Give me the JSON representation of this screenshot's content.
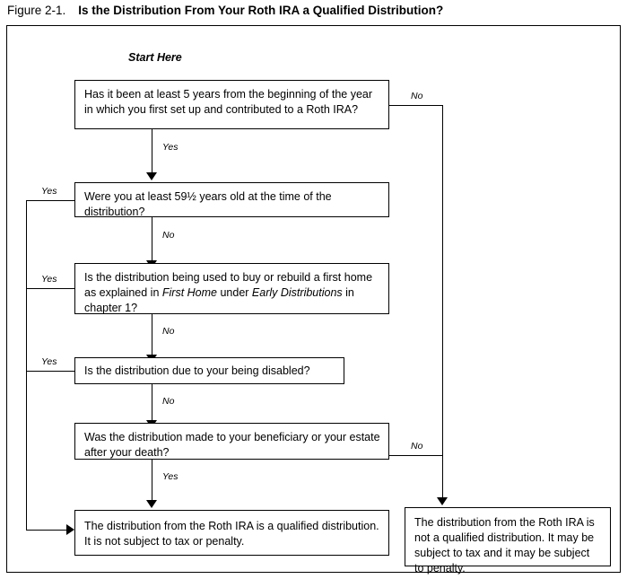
{
  "figure": {
    "number": "Figure 2-1.",
    "title": "Is the Distribution From Your Roth IRA a Qualified Distribution?"
  },
  "chart_data": {
    "type": "diagram",
    "diagram_kind": "decision-flowchart",
    "title": "Is the Distribution From Your Roth IRA a Qualified Distribution?",
    "start_label": "Start Here",
    "nodes": [
      {
        "id": "q1",
        "kind": "decision",
        "text": "Has it been at least 5 years from the beginning of the year in which you first set up and contributed to a Roth IRA?"
      },
      {
        "id": "q2",
        "kind": "decision",
        "text": "Were you at least 59½ years old at the time of the distribution?"
      },
      {
        "id": "q3",
        "kind": "decision",
        "text_parts": [
          {
            "t": "Is the distribution being used to buy or rebuild a first home as explained in ",
            "italic": false
          },
          {
            "t": "First Home",
            "italic": true
          },
          {
            "t": " under ",
            "italic": false
          },
          {
            "t": "Early Distributions",
            "italic": true
          },
          {
            "t": " in chapter 1?",
            "italic": false
          }
        ],
        "text": "Is the distribution being used to buy or rebuild a first home as explained in First Home under Early Distributions in chapter 1?"
      },
      {
        "id": "q4",
        "kind": "decision",
        "text": "Is the distribution due to your being disabled?"
      },
      {
        "id": "q5",
        "kind": "decision",
        "text": "Was the distribution made to your beneficiary or your estate after your death?"
      },
      {
        "id": "r-qualified",
        "kind": "terminal",
        "text": "The distribution from the Roth IRA is a qualified distribution. It is not subject to tax or penalty."
      },
      {
        "id": "r-not-qualified",
        "kind": "terminal",
        "text": "The distribution from the Roth IRA is not a qualified distribution. It may be subject to tax and it may be subject to penalty."
      }
    ],
    "edges": [
      {
        "from": "q1",
        "to": "q2",
        "label": "Yes"
      },
      {
        "from": "q1",
        "to": "r-not-qualified",
        "label": "No"
      },
      {
        "from": "q2",
        "to": "q3",
        "label": "No"
      },
      {
        "from": "q2",
        "to": "r-qualified",
        "label": "Yes"
      },
      {
        "from": "q3",
        "to": "q4",
        "label": "No"
      },
      {
        "from": "q3",
        "to": "r-qualified",
        "label": "Yes"
      },
      {
        "from": "q4",
        "to": "q5",
        "label": "No"
      },
      {
        "from": "q4",
        "to": "r-qualified",
        "label": "Yes"
      },
      {
        "from": "q5",
        "to": "r-qualified",
        "label": "Yes"
      },
      {
        "from": "q5",
        "to": "r-not-qualified",
        "label": "No"
      }
    ],
    "edge_labels": {
      "q1_yes": "Yes",
      "q1_no": "No",
      "q2_yes": "Yes",
      "q2_no": "No",
      "q3_yes": "Yes",
      "q3_no": "No",
      "q4_yes": "Yes",
      "q4_no": "No",
      "q5_yes": "Yes",
      "q5_no": "No"
    },
    "colors": {
      "line": "#000000",
      "background": "#ffffff",
      "text": "#000000"
    }
  }
}
